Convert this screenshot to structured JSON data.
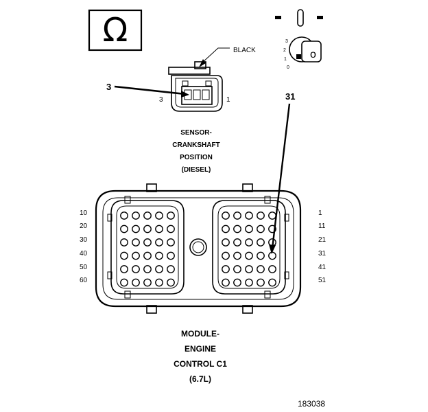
{
  "ohm_symbol": {
    "glyph": "Ω"
  },
  "ignition_key": {
    "positions": [
      "3",
      "2",
      "1",
      "0"
    ]
  },
  "sensor": {
    "wire_color": "BLACK",
    "callout_pin": "3",
    "pin_left": "3",
    "pin_right": "1",
    "title_lines": [
      "SENSOR-",
      "CRANKSHAFT",
      "POSITION",
      "(DIESEL)"
    ]
  },
  "module": {
    "callout_pin": "31",
    "left_labels": [
      "10",
      "20",
      "30",
      "40",
      "50",
      "60"
    ],
    "right_labels": [
      "1",
      "11",
      "21",
      "31",
      "41",
      "51"
    ],
    "title_lines": [
      "MODULE-",
      "ENGINE",
      "CONTROL C1",
      "(6.7L)"
    ]
  },
  "figure_number": "183038"
}
